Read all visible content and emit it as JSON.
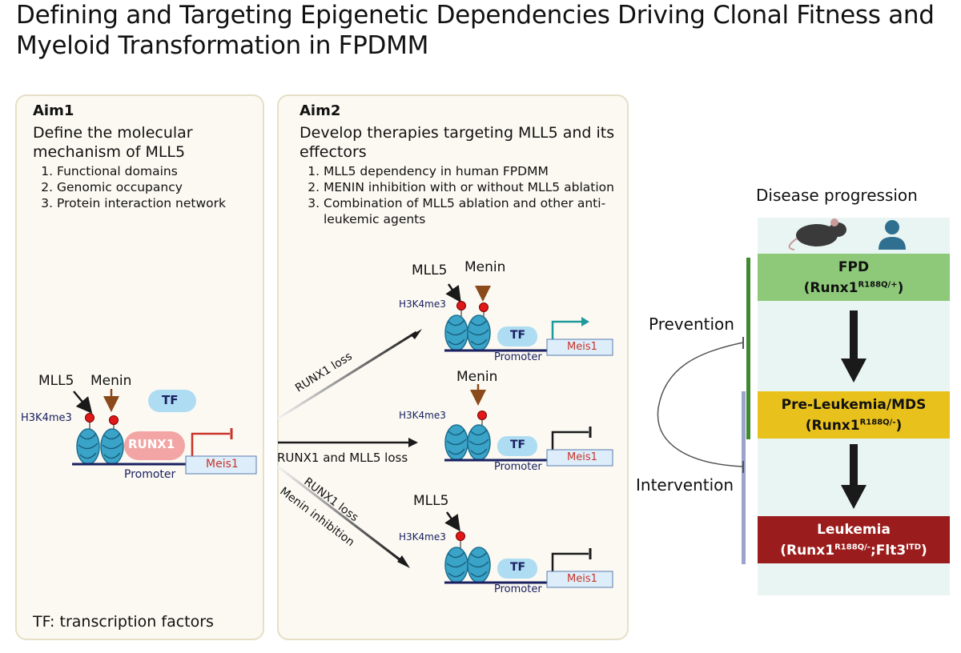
{
  "title": "Defining and Targeting Epigenetic Dependencies Driving Clonal Fitness and Myeloid Transformation in FPDMM",
  "aim1": {
    "heading": "Aim1",
    "text": "Define the molecular mechanism of MLL5",
    "items": [
      "Functional domains",
      "Genomic occupancy",
      "Protein interaction network"
    ],
    "footnote": "TF: transcription factors",
    "diagram": {
      "mll5": "MLL5",
      "menin": "Menin",
      "tf": "TF",
      "h3k4me3": "H3K4me3",
      "runx1": "RUNX1",
      "promoter": "Promoter",
      "gene": "Meis1"
    }
  },
  "aim2": {
    "heading": "Aim2",
    "text": "Develop therapies targeting MLL5 and its effectors",
    "items": [
      "MLL5 dependency in human FPDMM",
      "MENIN inhibition with or without MLL5 ablation",
      "Combination of MLL5 ablation and other anti-leukemic agents"
    ],
    "arrows": {
      "a1": "RUNX1 loss",
      "a2": "RUNX1  and MLL5 loss",
      "a3_line1": "RUNX1 loss",
      "a3_line2": "Menin inhibition"
    },
    "state1": {
      "mll5": "MLL5",
      "menin": "Menin",
      "h3k4me3": "H3K4me3",
      "tf": "TF",
      "promoter": "Promoter",
      "gene": "Meis1"
    },
    "state2": {
      "menin": "Menin",
      "h3k4me3": "H3K4me3",
      "tf": "TF",
      "promoter": "Promoter",
      "gene": "Meis1"
    },
    "state3": {
      "mll5": "MLL5",
      "h3k4me3": "H3K4me3",
      "tf": "TF",
      "promoter": "Promoter",
      "gene": "Meis1"
    }
  },
  "progression": {
    "title": "Disease progression",
    "prevention": "Prevention",
    "intervention": "Intervention",
    "stages": [
      {
        "name": "FPD",
        "genotype": "Runx1",
        "sup": "R188Q/+",
        "suffix": ")",
        "color": "#8ec97a"
      },
      {
        "name": "Pre-Leukemia/MDS",
        "genotype": "Runx1",
        "sup": "R188Q/-",
        "suffix": ")",
        "color": "#e8c11c"
      },
      {
        "name": "Leukemia",
        "genotype": "Runx1",
        "sup": "R188Q/-",
        "mid": ";Flt3",
        "sup2": "ITD",
        "suffix": ")",
        "color": "#9b1c1c"
      }
    ],
    "colors": {
      "background": "#e8f5f2",
      "prevention_bar": "#3f8a2e",
      "intervention_bar": "#9aa4cc"
    }
  }
}
